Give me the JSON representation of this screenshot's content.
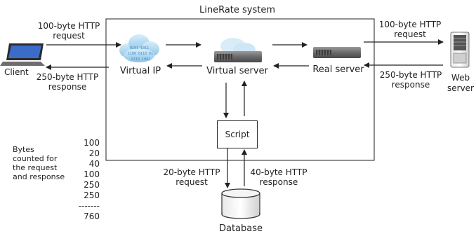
{
  "system_title": "LineRate system",
  "nodes": {
    "client": "Client",
    "virtual_ip": "Virtual IP",
    "virtual_server": "Virtual server",
    "real_server": "Real server",
    "web_server": "Web\nserver",
    "script": "Script",
    "database": "Database"
  },
  "flows": {
    "client_request": "100-byte HTTP\nrequest",
    "client_response": "250-byte HTTP\nresponse",
    "web_request": "100-byte HTTP\nrequest",
    "web_response": "250-byte HTTP\nresponse",
    "db_request": "20-byte HTTP\nrequest",
    "db_response": "40-byte HTTP\nresponse"
  },
  "bytes_legend": {
    "label": "Bytes\ncounted for\nthe request\nand response",
    "values": [
      "100",
      "20",
      "40",
      "100",
      "250",
      "250"
    ],
    "separator": "-------",
    "total": "760"
  },
  "colors": {
    "line": "#222222",
    "cloud": "#a9d4ee",
    "server": "#6b6b6b"
  }
}
